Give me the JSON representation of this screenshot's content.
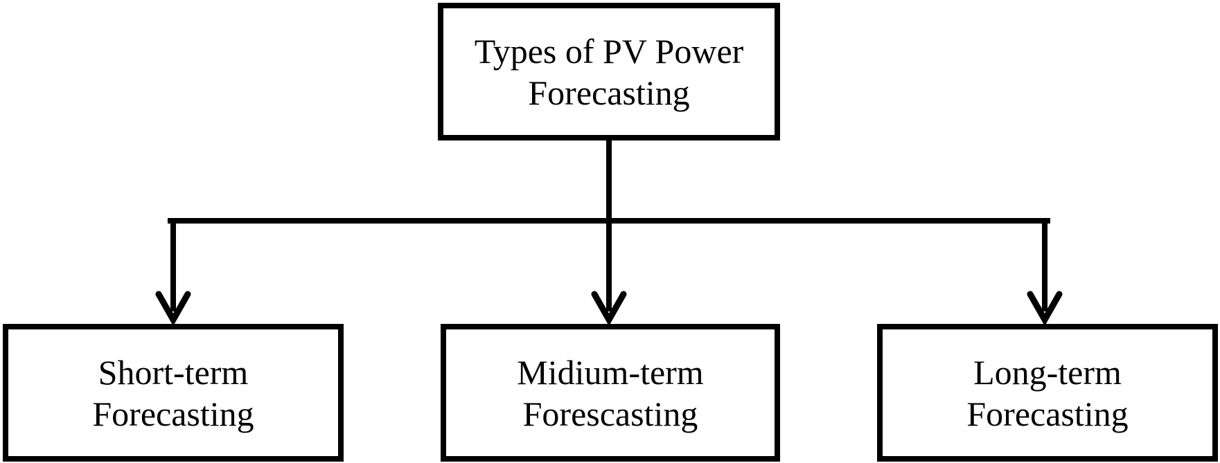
{
  "diagram": {
    "root": {
      "lines": [
        "Types of PV Power",
        "Forecasting"
      ]
    },
    "children": [
      {
        "id": "short",
        "lines": [
          "Short-term",
          "Forecasting"
        ]
      },
      {
        "id": "mid",
        "lines": [
          "Midium-term",
          "Forescasting"
        ]
      },
      {
        "id": "long",
        "lines": [
          "Long-term",
          "Forecasting"
        ]
      }
    ],
    "colors": {
      "stroke": "#000000",
      "background": "#ffffff"
    }
  }
}
